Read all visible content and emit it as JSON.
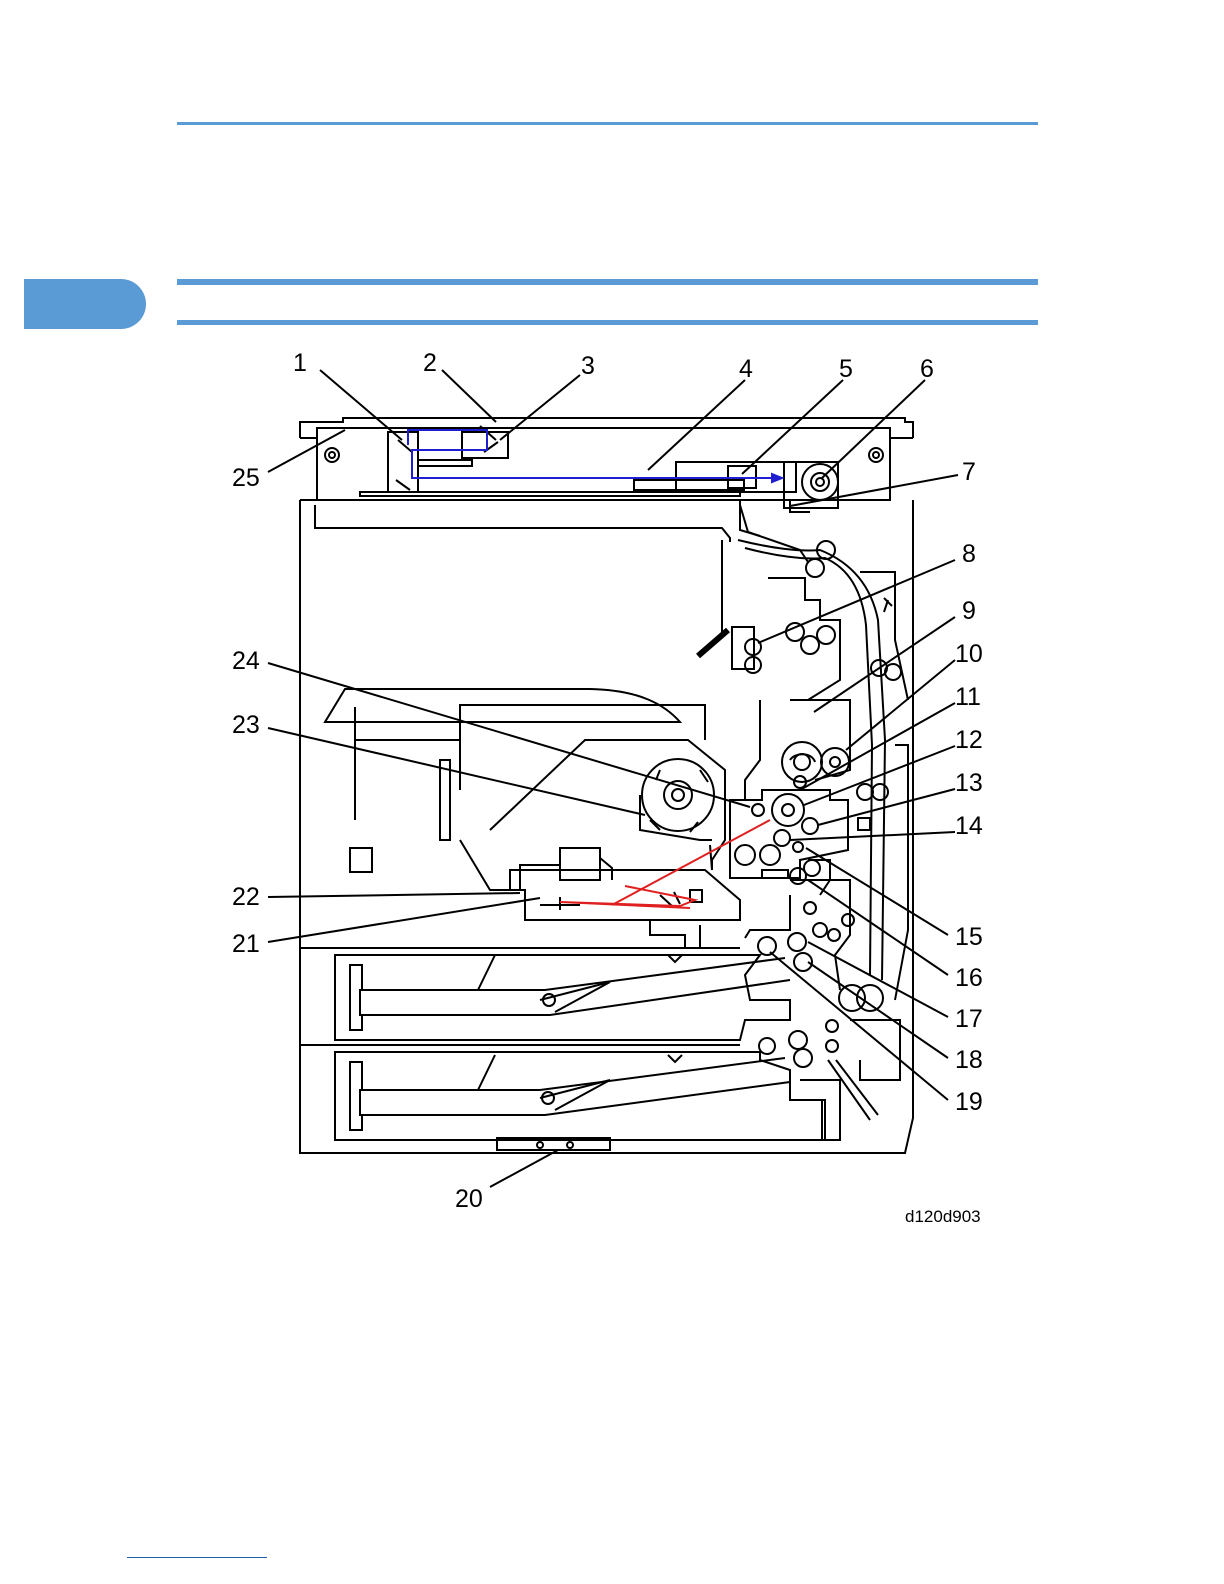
{
  "figure": {
    "code": "d120d903",
    "callouts": [
      "1",
      "2",
      "3",
      "4",
      "5",
      "6",
      "7",
      "8",
      "9",
      "10",
      "11",
      "12",
      "13",
      "14",
      "15",
      "16",
      "17",
      "18",
      "19",
      "20",
      "21",
      "22",
      "23",
      "24",
      "25"
    ]
  },
  "colors": {
    "accent": "#5b9bd5",
    "scanner_path": "#1f1fd0",
    "laser_path": "#e02020",
    "line": "#000000"
  }
}
